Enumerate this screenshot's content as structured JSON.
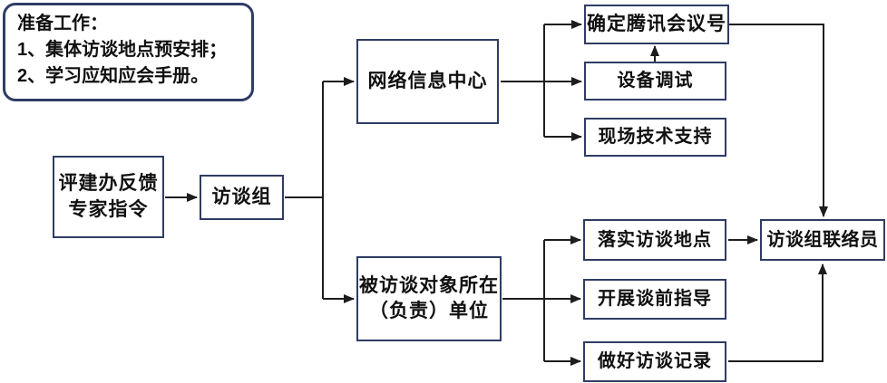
{
  "colors": {
    "box-border": "#2f3c64",
    "line": "#1d1d1f",
    "text": "#101010",
    "bg": "#ffffff"
  },
  "note": {
    "title": "准备工作：",
    "items": [
      "1、集体访谈地点预安排；",
      "2、学习应知应会手册。"
    ]
  },
  "nodes": {
    "feedback": {
      "line1": "评建办反馈",
      "line2": "专家指令"
    },
    "group": {
      "label": "访谈组"
    },
    "network": {
      "label": "网络信息中心"
    },
    "unit": {
      "line1": "被访谈对象所在",
      "line2": "（负责）单位"
    },
    "meeting": {
      "label": "确定腾讯会议号"
    },
    "debug": {
      "label": "设备调试"
    },
    "support": {
      "label": "现场技术支持"
    },
    "venue": {
      "label": "落实访谈地点"
    },
    "guide": {
      "label": "开展谈前指导"
    },
    "record": {
      "label": "做好访谈记录"
    },
    "liaison": {
      "label": "访谈组联络员"
    }
  }
}
